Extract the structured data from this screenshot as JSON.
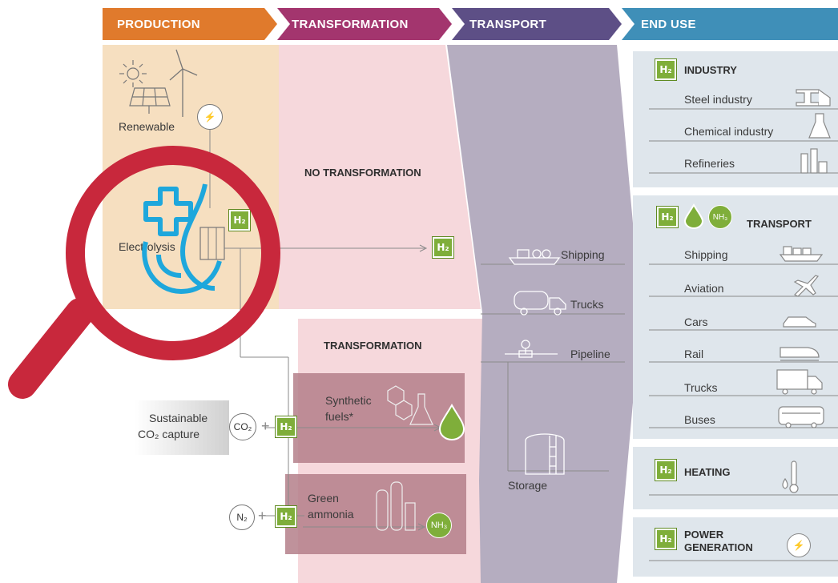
{
  "headers": {
    "production": "PRODUCTION",
    "transformation": "TRANSFORMATION",
    "transport": "TRANSPORT",
    "end_use": "END USE"
  },
  "production": {
    "renewable": "Renewable",
    "electrolysis": "Electrolysis",
    "sustainable": "Sustainable",
    "co2_capture": "CO₂ capture",
    "co2": "CO₂",
    "n2": "N₂",
    "plus": "+"
  },
  "transformation": {
    "no_transformation": "NO TRANSFORMATION",
    "transformation": "TRANSFORMATION",
    "synthetic_fuels": [
      "Synthetic",
      "fuels*"
    ],
    "green_ammonia": [
      "Green",
      "ammonia"
    ]
  },
  "transport": {
    "shipping": "Shipping",
    "trucks": "Trucks",
    "pipeline": "Pipeline",
    "storage": "Storage"
  },
  "end_use": {
    "industry": {
      "title": "INDUSTRY",
      "items": [
        "Steel industry",
        "Chemical industry",
        "Refineries"
      ]
    },
    "transport": {
      "title": "TRANSPORT",
      "items": [
        "Shipping",
        "Aviation",
        "Cars",
        "Rail",
        "Trucks",
        "Buses"
      ]
    },
    "heating": {
      "title": "HEATING"
    },
    "power": {
      "title": [
        "POWER",
        "GENERATION"
      ]
    }
  },
  "symbols": {
    "h2": "H₂",
    "nh3": "NH₃"
  },
  "colors": {
    "production": "#e07a2c",
    "transformation": "#a3356e",
    "transport": "#5d4f86",
    "end_use": "#3f8fb8",
    "h2_green": "#7fae3a",
    "magnifier_red": "#c8283c",
    "overlay_blue": "#1ea7dc"
  },
  "icons": [
    "sun-icon",
    "wind-turbine-icon",
    "solar-panel-icon",
    "lightning-icon",
    "electrolyser-icon",
    "ship-icon",
    "truck-icon",
    "pipeline-icon",
    "storage-tank-icon",
    "steel-beam-icon",
    "flask-icon",
    "refinery-icon",
    "airplane-icon",
    "car-icon",
    "train-icon",
    "bus-icon",
    "thermometer-icon",
    "magnifier-icon",
    "hydrogen-search-logo-icon"
  ]
}
